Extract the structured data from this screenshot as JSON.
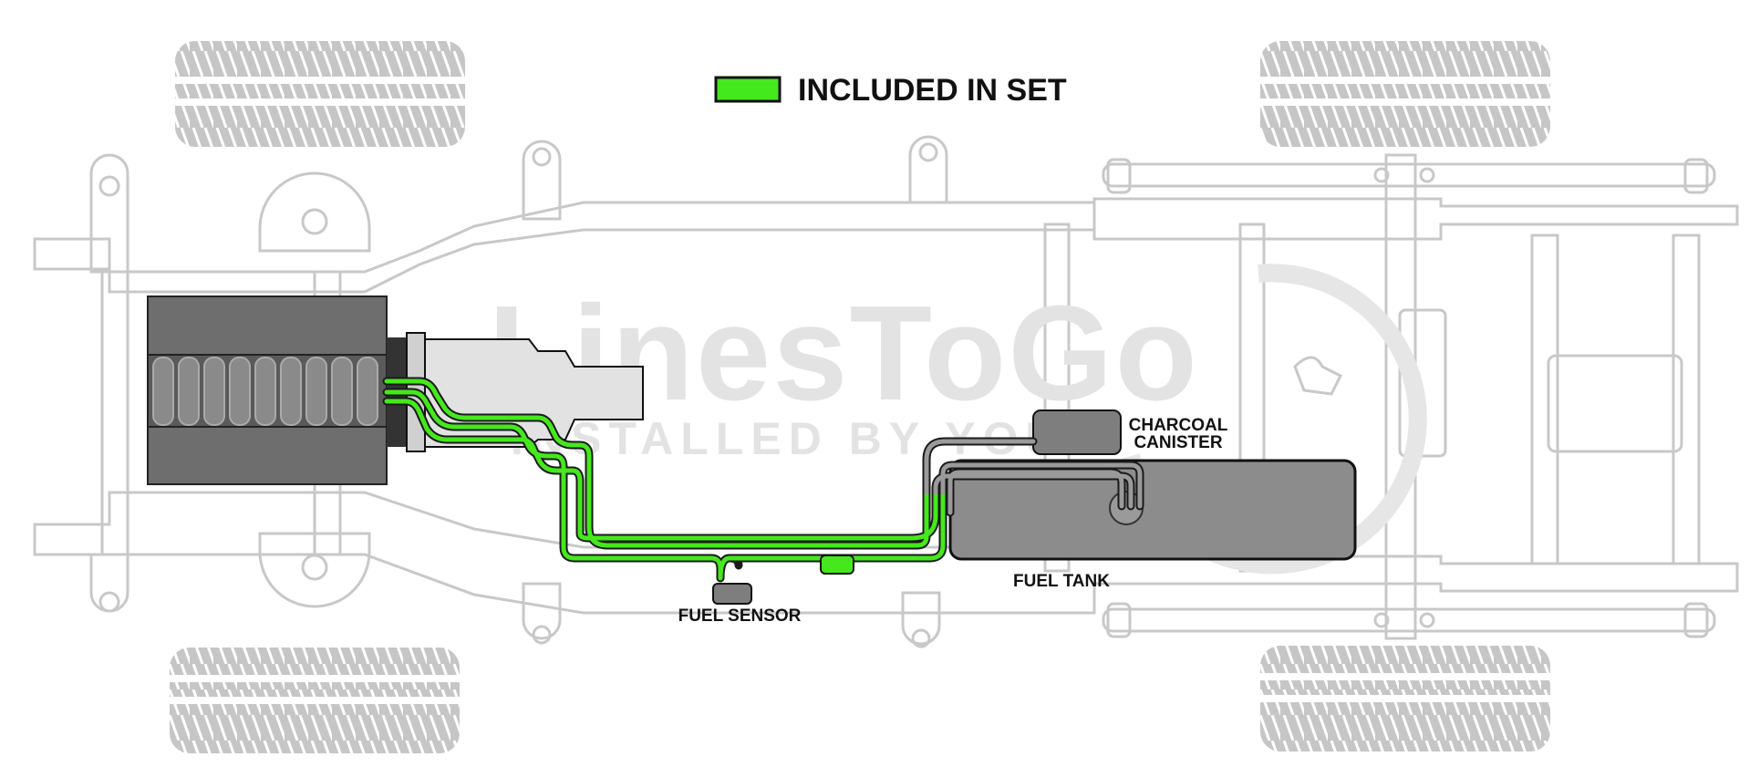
{
  "legend": {
    "label": "INCLUDED IN SET",
    "swatch_color": "#45e81c"
  },
  "watermark": {
    "brand": "LinesToGo",
    "tagline": "INSTALLED BY YOU"
  },
  "components": {
    "fuel_sensor": "FUEL SENSOR",
    "charcoal_canister_line1": "CHARCOAL",
    "charcoal_canister_line2": "CANISTER",
    "fuel_tank": "FUEL TANK"
  },
  "colors": {
    "included_line": "#45e81c",
    "line_outline": "#1a1a1a",
    "frame_outline": "#c8c8c8",
    "tire": "#c6c6c6",
    "engine_dark": "#5a5a5a",
    "tank": "#8c8c8c"
  }
}
